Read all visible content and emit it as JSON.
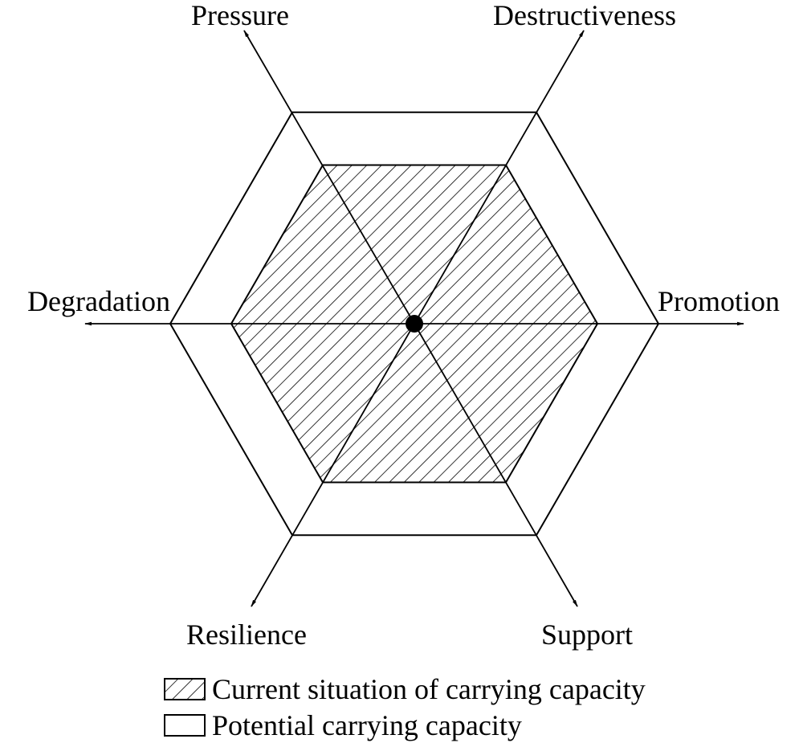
{
  "colors": {
    "stroke": "#000000",
    "background": "#ffffff",
    "hatch": "#000000"
  },
  "axes": [
    {
      "id": "promotion",
      "label": "Promotion"
    },
    {
      "id": "destructiveness",
      "label": "Destructiveness"
    },
    {
      "id": "pressure",
      "label": "Pressure"
    },
    {
      "id": "degradation",
      "label": "Degradation"
    },
    {
      "id": "resilience",
      "label": "Resilience"
    },
    {
      "id": "support",
      "label": "Support"
    }
  ],
  "legend": {
    "items": [
      {
        "label": "Current situation of carrying capacity",
        "pattern": "hatched"
      },
      {
        "label": "Potential carrying capacity",
        "pattern": "empty"
      }
    ]
  },
  "levels": {
    "potential": 1.0,
    "current": 0.75
  }
}
